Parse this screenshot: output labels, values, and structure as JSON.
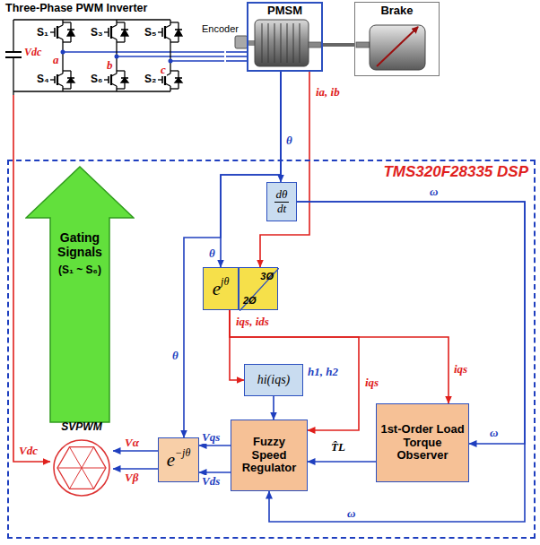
{
  "diagram": {
    "nodes": [
      {
        "text": [
          "Three-Phase PWM Inverter"
        ]
      },
      {
        "text": [
          "PMSM"
        ]
      },
      {
        "text": [
          "Brake"
        ]
      },
      {
        "text": [
          "TMS320F28335 DSP"
        ]
      },
      {
        "text": [
          "Gating Signals",
          "(S₁ ~ S₆)"
        ],
        "in": 3
      },
      {
        "text": [
          "dθ",
          "dt"
        ],
        "in": 3
      },
      {
        "text": [
          "e",
          "jθ"
        ],
        "in": 3
      },
      {
        "text": [
          "3Ø",
          "2Ø"
        ],
        "in": 3
      },
      {
        "text": [
          "hi(iqs)"
        ],
        "in": 3
      },
      {
        "text": [
          "SVPWM"
        ],
        "in": 3
      },
      {
        "text": [
          "e",
          "−jθ"
        ],
        "in": 3
      },
      {
        "text": [
          "Fuzzy Speed Regulator"
        ],
        "in": 3
      },
      {
        "text": [
          "1st-Order Load Torque Observer"
        ],
        "in": 3
      }
    ],
    "edges": [
      {
        "from": 0,
        "to": 1,
        "arrow": "none"
      },
      {
        "from": 1,
        "to": 2,
        "arrow": "none"
      },
      {
        "from": 1,
        "to": 5,
        "arrow": "to",
        "label": "θ"
      },
      {
        "from": 1,
        "to": 6,
        "arrow": "to",
        "label": "θ"
      },
      {
        "from": 1,
        "to": 10,
        "arrow": "to",
        "label": "θ"
      },
      {
        "from": 1,
        "to": 7,
        "arrow": "to",
        "label": "ia, ib"
      },
      {
        "from": 5,
        "to": 12,
        "arrow": "to",
        "label": "ω"
      },
      {
        "from": 5,
        "to": 11,
        "arrow": "to",
        "label": "ω"
      },
      {
        "from": 6,
        "to": 8,
        "arrow": "to",
        "label": "iqs, ids"
      },
      {
        "from": 6,
        "to": 12,
        "arrow": "to",
        "label": "iqs"
      },
      {
        "from": 6,
        "to": 11,
        "arrow": "to",
        "label": "iqs"
      },
      {
        "from": 12,
        "to": 11,
        "arrow": "to",
        "label": "T̂L"
      },
      {
        "from": 8,
        "to": 11,
        "arrow": "to",
        "label": "h1, h2"
      },
      {
        "from": 11,
        "to": 10,
        "arrow": "to",
        "label": "Vqs"
      },
      {
        "from": 11,
        "to": 10,
        "arrow": "to",
        "label": "Vds"
      },
      {
        "from": 10,
        "to": 9,
        "arrow": "to",
        "label": "Vα"
      },
      {
        "from": 10,
        "to": 9,
        "arrow": "to",
        "label": "Vβ"
      },
      {
        "from": 0,
        "to": 9,
        "arrow": "to",
        "label": "Vdc"
      }
    ],
    "labels": [
      "S₁",
      "S₃",
      "S₅",
      "Vdc",
      "a",
      "b",
      "c",
      "S₄",
      "S₆",
      "S₂",
      "Encoder",
      "ω"
    ]
  }
}
